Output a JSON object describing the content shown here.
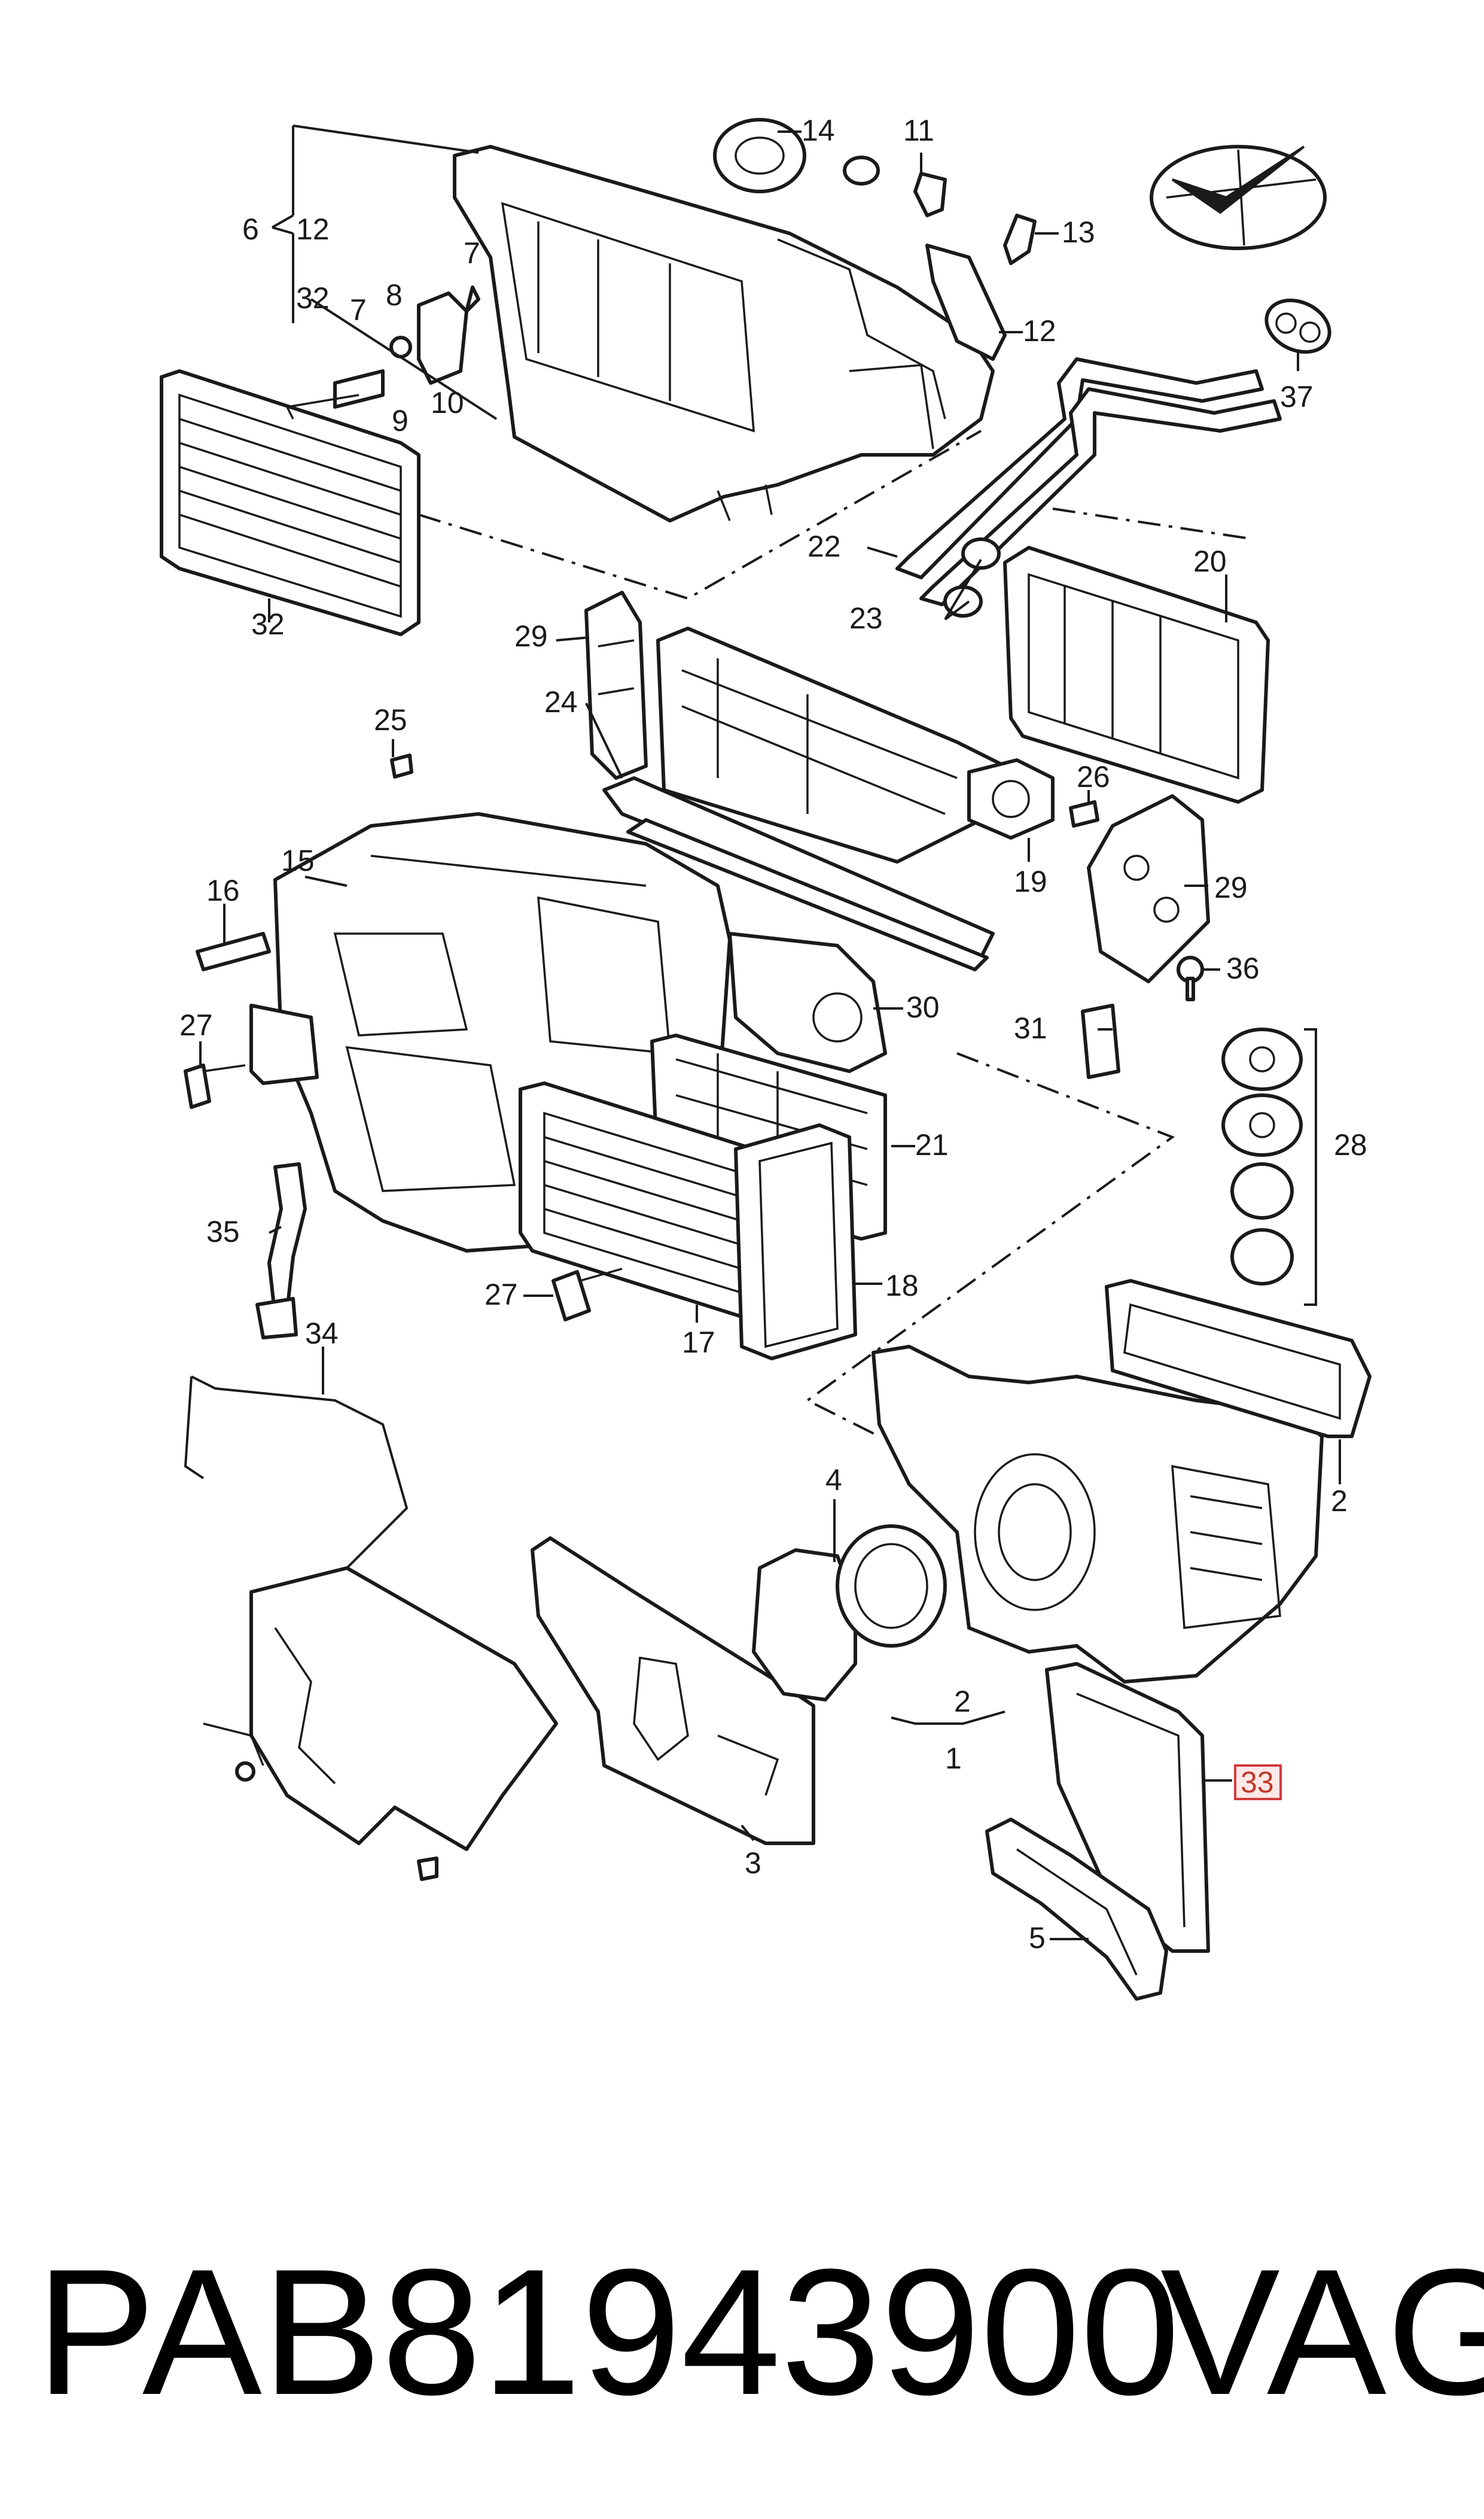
{
  "diagram": {
    "callouts": {
      "c14": "14",
      "c11": "11",
      "c6": "6",
      "c12a": "12",
      "c32a": "32",
      "c7a": "7",
      "c7b": "7",
      "c8": "8",
      "c9": "9",
      "c10": "10",
      "c13": "13",
      "c12b": "12",
      "c37": "37",
      "c22": "22",
      "c23": "23",
      "c20": "20",
      "c32b": "32",
      "c29a": "29",
      "c24": "24",
      "c25": "25",
      "c26": "26",
      "c19": "19",
      "c29b": "29",
      "c15": "15",
      "c16": "16",
      "c36": "36",
      "c30": "30",
      "c27a": "27",
      "c31": "31",
      "c28": "28",
      "c21": "21",
      "c35": "35",
      "c18": "18",
      "c27b": "27",
      "c17": "17",
      "c34": "34",
      "c4": "4",
      "c2a": "2",
      "c2b": "2",
      "c1": "1",
      "c3": "3",
      "c33": "33",
      "c5": "5"
    },
    "highlighted_callout": "33",
    "highlight_color": "#d23c3c"
  },
  "footer": {
    "part_number": "PAB81943900",
    "brand": "VAG"
  }
}
